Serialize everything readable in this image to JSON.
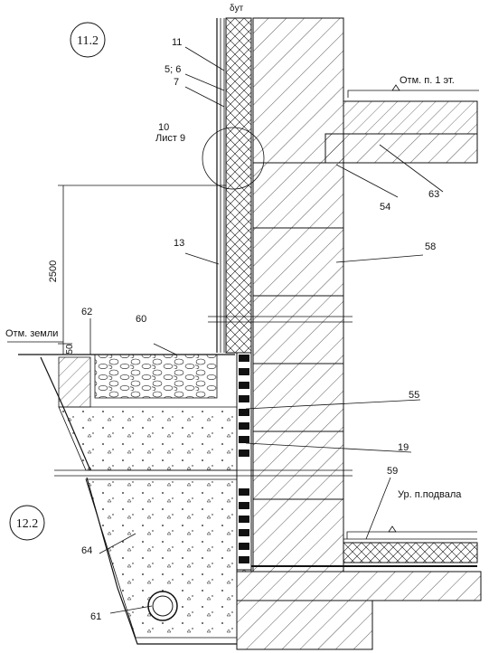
{
  "callouts": {
    "sheet_11_2": "11.2",
    "sheet_12_2": "12.2",
    "delta": "δут",
    "ref_10": "10",
    "ref_list": "Лист 9",
    "n11": "11",
    "n5_6": "5; 6",
    "n7": "7",
    "n13": "13",
    "n62": "62",
    "n60": "60",
    "n63": "63",
    "n54": "54",
    "n58": "58",
    "n55": "55",
    "n19": "19",
    "n59": "59",
    "n64": "64",
    "n61": "61"
  },
  "levels": {
    "first_floor": "Отм. п. 1 эт.",
    "ground": "Отм. земли",
    "basement": "Ур. п.подвала"
  },
  "dims": {
    "height_2500": "2500",
    "height_50": "50"
  },
  "colors": {
    "line": "#111111",
    "insulation": "#ffffff"
  }
}
